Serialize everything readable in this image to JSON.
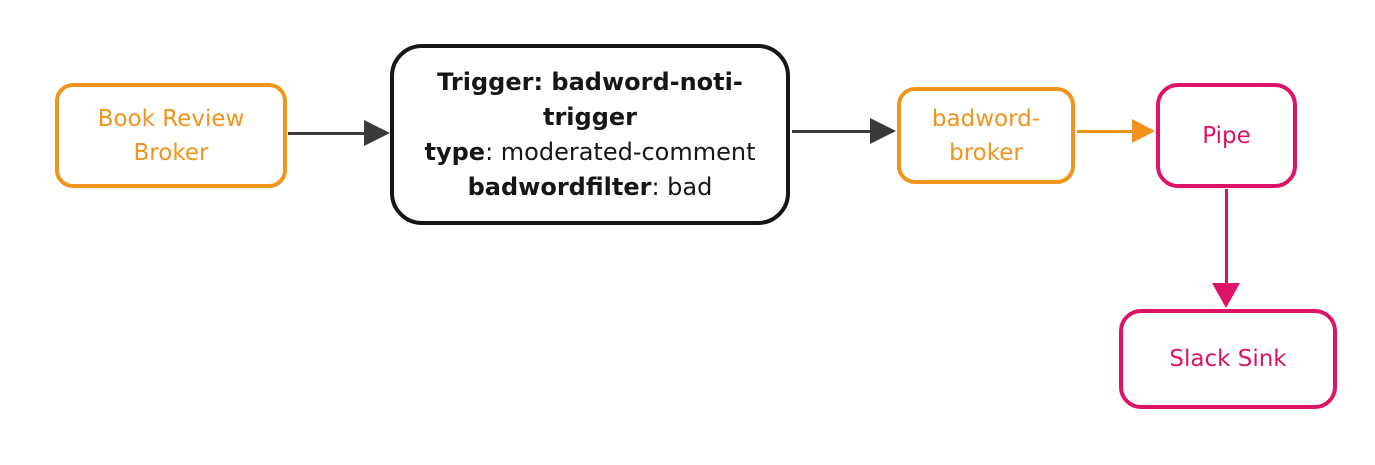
{
  "colors": {
    "orange": "#F0941E",
    "pink": "#DC1367",
    "ink": "#161616",
    "arrow_dark": "#3A3A3A",
    "background": "#FFFFFF"
  },
  "diagram": {
    "nodes": {
      "book_review_broker": {
        "label": "Book Review Broker",
        "lines": [
          "Book Review",
          "Broker"
        ]
      },
      "trigger": {
        "line1": "Trigger: badword-noti-trigger",
        "line2_key": "type",
        "line2_value": ": moderated-comment",
        "line3_key": "badwordfilter",
        "line3_value": ": bad"
      },
      "badword_broker": {
        "label": "badword-broker",
        "lines": [
          "badword-",
          "broker"
        ]
      },
      "pipe": {
        "label": "Pipe"
      },
      "slack_sink": {
        "label": "Slack Sink"
      }
    },
    "edges": [
      {
        "from": "book_review_broker",
        "to": "trigger",
        "color": "#3A3A3A"
      },
      {
        "from": "trigger",
        "to": "badword_broker",
        "color": "#3A3A3A"
      },
      {
        "from": "badword_broker",
        "to": "pipe",
        "color": "#F0941E"
      },
      {
        "from": "pipe",
        "to": "slack_sink",
        "color": "#DC1367"
      }
    ]
  }
}
